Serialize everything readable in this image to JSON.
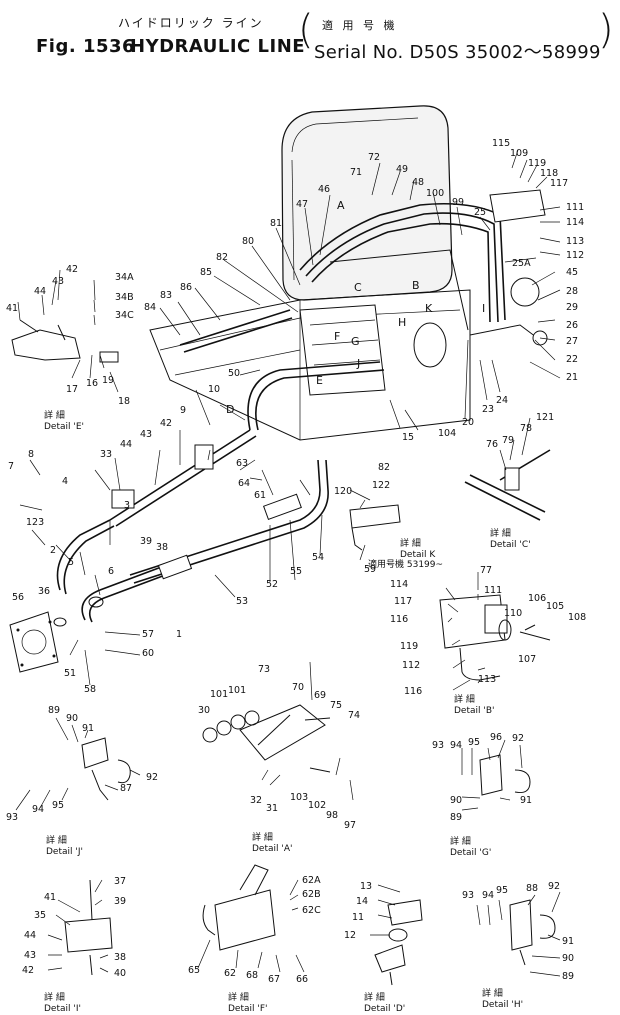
{
  "title": {
    "jp_name": "ハイドロリック ライン",
    "jp_serial": "適 用 号 機",
    "fig": "Fig. 1536",
    "name": "HYDRAULIC LINE",
    "serial": "Serial No. D50S 35002～58999"
  },
  "main_labels": [
    "115",
    "109",
    "119",
    "118",
    "117",
    "111",
    "114",
    "113",
    "112",
    "72",
    "71",
    "49",
    "48",
    "100",
    "99",
    "25",
    "25A",
    "45",
    "28",
    "29",
    "26",
    "27",
    "22",
    "21",
    "46",
    "47",
    "81",
    "80",
    "82",
    "85",
    "86",
    "83",
    "84",
    "A",
    "B",
    "C",
    "F",
    "G",
    "H",
    "J",
    "K",
    "E",
    "D",
    "I",
    "50",
    "10",
    "9",
    "82",
    "15",
    "104",
    "20",
    "23",
    "24"
  ],
  "lower_labels": [
    "42",
    "43",
    "44",
    "41",
    "34A",
    "34B",
    "34C",
    "17",
    "16",
    "19",
    "18",
    "8",
    "7",
    "4",
    "33",
    "44",
    "43",
    "42",
    "63",
    "64",
    "61",
    "120",
    "122",
    "123",
    "3",
    "39",
    "38",
    "36",
    "2",
    "5",
    "6",
    "56",
    "1",
    "53",
    "52",
    "55",
    "54",
    "51",
    "58",
    "57",
    "60",
    "59",
    "121",
    "78",
    "79",
    "76",
    "77",
    "111",
    "114",
    "117",
    "116",
    "119",
    "110",
    "106",
    "105",
    "108",
    "107",
    "113",
    "112",
    "116",
    "114"
  ],
  "detail_labels": {
    "E": "詳 細\nDetail 'E'",
    "C": "詳 細\nDetail 'C'",
    "K": "詳 細\nDetail K",
    "B": "詳 細\nDetail 'B'",
    "A": "詳 細\nDetail 'A'",
    "J": "詳 細\nDetail 'J'",
    "G": "詳 細\nDetail 'G'",
    "I": "詳 細\nDetail 'I'",
    "F": "詳 細\nDetail 'F'",
    "D": "詳 細\nDetail 'D'",
    "H": "詳 細\nDetail 'H'"
  },
  "detail_A_labels": [
    "73",
    "101",
    "101",
    "30",
    "70",
    "69",
    "75",
    "74",
    "32",
    "31",
    "103",
    "102",
    "98",
    "97"
  ],
  "detail_J_labels": [
    "89",
    "90",
    "91",
    "92",
    "87",
    "93",
    "94",
    "95"
  ],
  "detail_G_labels": [
    "93",
    "94",
    "95",
    "96",
    "92",
    "90",
    "91",
    "89"
  ],
  "detail_I_labels": [
    "37",
    "39",
    "41",
    "35",
    "44",
    "43",
    "42",
    "38",
    "40"
  ],
  "detail_F_labels": [
    "62A",
    "62B",
    "62C",
    "65",
    "62",
    "68",
    "67",
    "66"
  ],
  "detail_D_labels": [
    "13",
    "14",
    "11",
    "12"
  ],
  "detail_H_labels": [
    "93",
    "94",
    "95",
    "88",
    "92",
    "91",
    "90",
    "89"
  ],
  "note_jp": "適用号機 53199~"
}
